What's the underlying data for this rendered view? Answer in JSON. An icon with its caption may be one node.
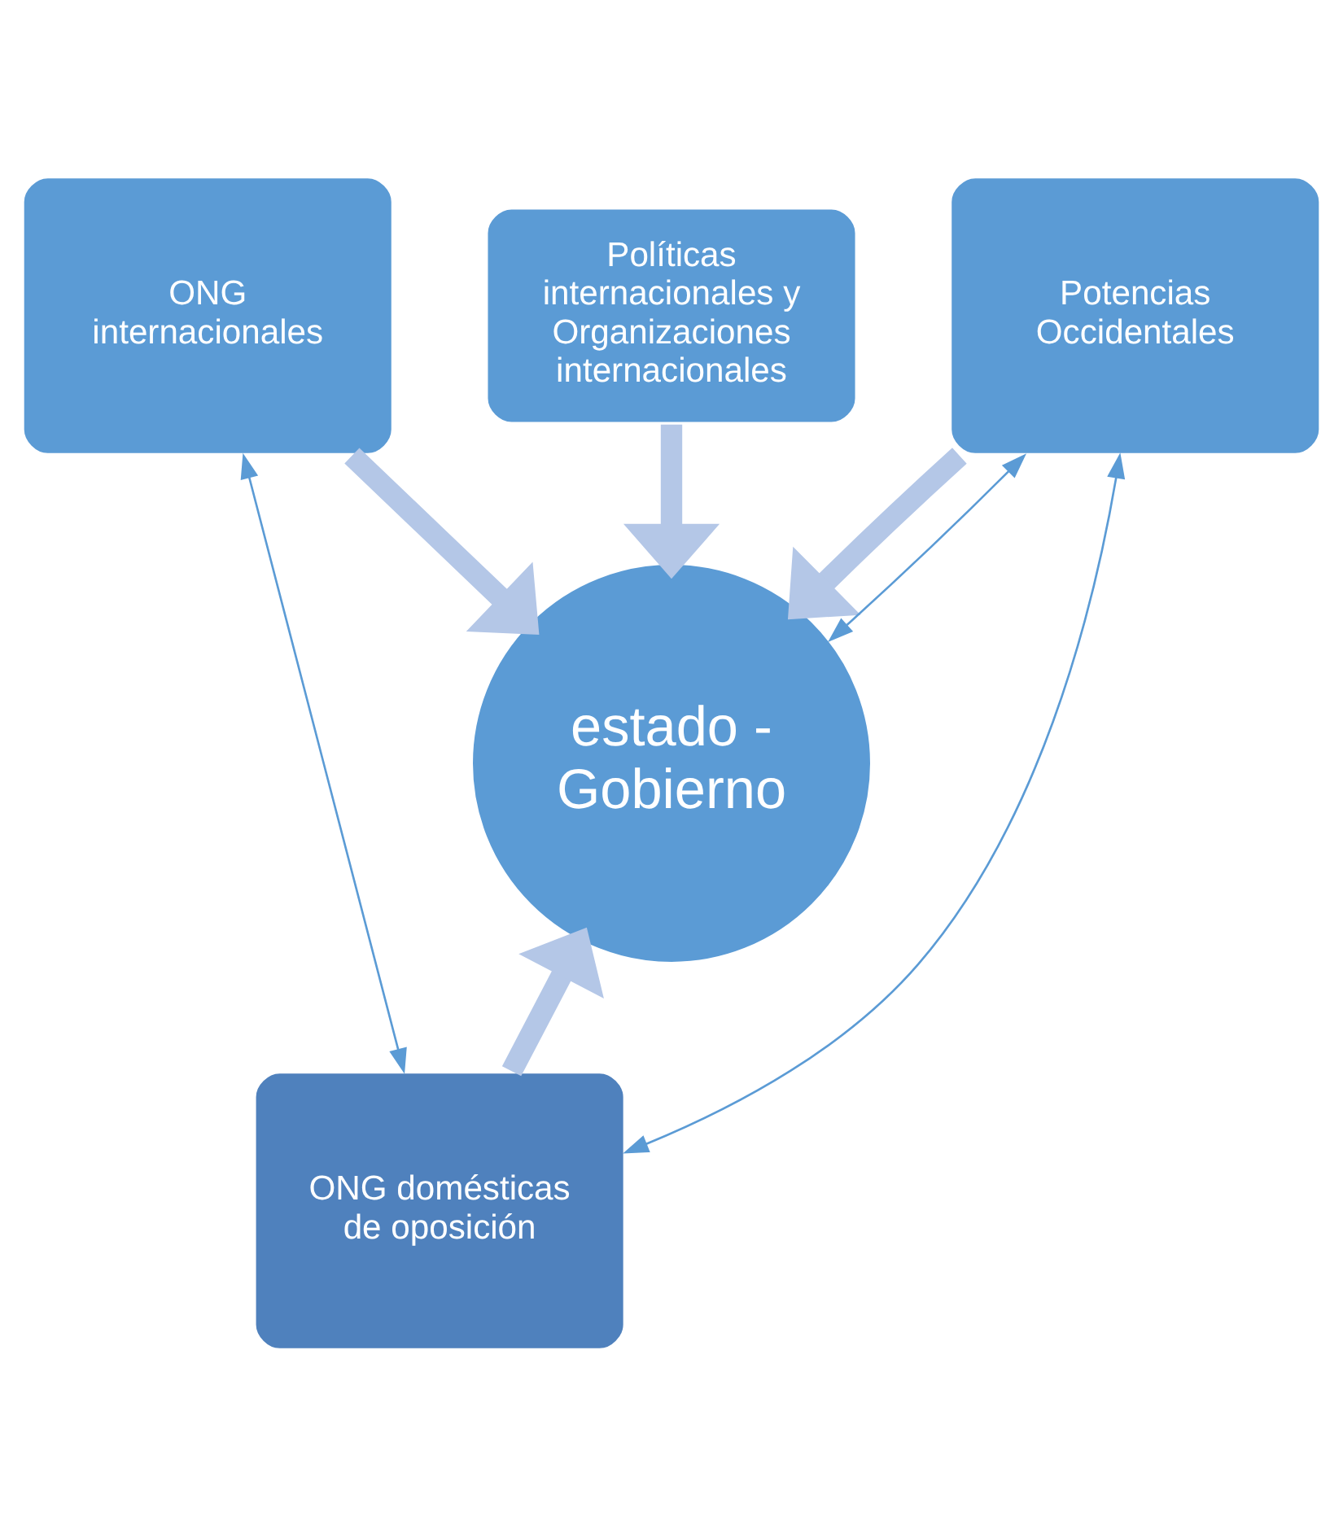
{
  "diagram": {
    "nodes": [
      {
        "text": [
          "Políticas internacionales y Organizaciones internacionales"
        ]
      },
      {
        "text": [
          "ONG internacionales"
        ]
      },
      {
        "text": [
          "Potencias Occidentales"
        ]
      },
      {
        "text": [
          "estado - Gobierno"
        ]
      },
      {
        "text": [
          "ONG domésticas de oposición"
        ]
      }
    ],
    "edges": [
      {
        "from": 0,
        "to": 3,
        "arrow": "to"
      },
      {
        "from": 1,
        "to": 3,
        "arrow": "to"
      },
      {
        "from": 2,
        "to": 3,
        "arrow": "to"
      },
      {
        "from": 4,
        "to": 3,
        "arrow": "to"
      },
      {
        "from": 1,
        "to": 4,
        "arrow": "both",
        "color": "#5b9bd5"
      },
      {
        "from": 2,
        "to": 3,
        "arrow": "both",
        "color": "#5b9bd5"
      },
      {
        "from": 2,
        "to": 4,
        "arrow": "both",
        "color": "#5b9bd5"
      }
    ]
  }
}
